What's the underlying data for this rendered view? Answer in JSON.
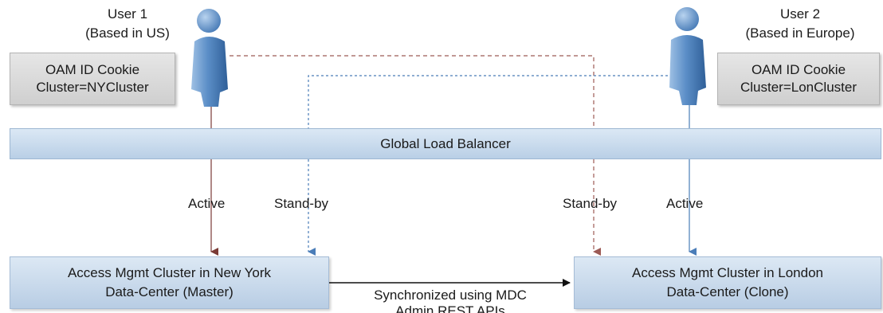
{
  "users": [
    {
      "name": "User 1",
      "location": "(Based in US)",
      "cookie_line1": "OAM ID Cookie",
      "cookie_line2": "Cluster=NYCluster"
    },
    {
      "name": "User 2",
      "location": "(Based in Europe)",
      "cookie_line1": "OAM ID Cookie",
      "cookie_line2": "Cluster=LonCluster"
    }
  ],
  "load_balancer": {
    "label": "Global Load Balancer"
  },
  "connections": {
    "user1_active": "Active",
    "user1_standby": "Stand-by",
    "user2_standby": "Stand-by",
    "user2_active": "Active"
  },
  "clusters": [
    {
      "line1": "Access Mgmt Cluster in New York",
      "line2": "Data-Center (Master)"
    },
    {
      "line1": "Access Mgmt Cluster in London",
      "line2": "Data-Center (Clone)"
    }
  ],
  "sync": {
    "line1": "Synchronized using MDC",
    "line2": "Admin REST APIs"
  },
  "colors": {
    "user_body": "#5b8ec7",
    "active_red": "#7a3a35",
    "standby_red": "#9c5a55",
    "standby_blue": "#4a7db8",
    "active_blue": "#4a7db8",
    "bar_fill": "#c5d8ec"
  },
  "icons": [
    "user-icon",
    "user-icon"
  ]
}
